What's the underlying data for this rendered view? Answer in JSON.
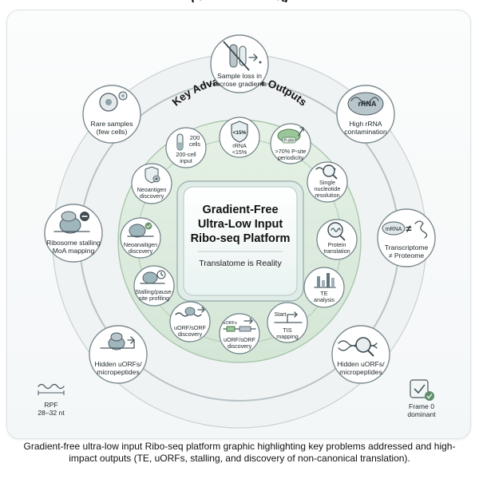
{
  "title_outer": "Problems Solved",
  "title_inner": "Key Advantages & Outputs",
  "center": {
    "line1": "Gradient-Free",
    "line2": "Ultra-Low Input",
    "line3": "Ribo-seq Platform",
    "tagline": "Translatome is Reality"
  },
  "outer_nodes": [
    {
      "line1": "Sample loss in",
      "line2": "sucrose gradients",
      "icon": "test-tube-crossed-icon"
    },
    {
      "line1": "High rRNA",
      "line2": "contamination",
      "icon": "rrna-icon",
      "icon_text": "rRNA"
    },
    {
      "line1": "Transcriptome",
      "line2": "≠ Proteome",
      "icon": "mrna-protein-icon",
      "icon_text": "mRNA"
    },
    {
      "line1": "Hidden uORFs/",
      "line2": "micropeptides",
      "icon": "magnifier-dna-icon"
    },
    {
      "line1": "Hidden uORFs/",
      "line2": "micropeptides",
      "icon": "ribosome-arrow-icon"
    },
    {
      "line1": "Ribosome stalling",
      "line2": "MoA mapping",
      "icon": "ribosome-stalled-icon"
    },
    {
      "line1": "Rare samples",
      "line2": "(few cells)",
      "icon": "cells-icon"
    }
  ],
  "inner_nodes": [
    {
      "line1": "rRNA",
      "line2": "<15%",
      "icon": "shield-icon",
      "icon_text": "<15%"
    },
    {
      "line1": ">70% P-site",
      "line2": "periodicity",
      "icon": "flask-icon",
      "icon_text": "P-site"
    },
    {
      "line1": "Single",
      "line2": "nucleotide",
      "line3": "resolution",
      "icon": "magnifier-icon"
    },
    {
      "line1": "Protein",
      "line2": "translation",
      "icon": "magnifier-protein-icon"
    },
    {
      "line1": "TE",
      "line2": "analysis",
      "icon": "bar-chart-icon"
    },
    {
      "line1": "TIS",
      "line2": "mapping",
      "icon": "start-arrow-icon",
      "icon_text": "Start"
    },
    {
      "line1": "uORF/sORF",
      "line2": "discovery",
      "icon": "uorf-track-icon",
      "icon_text": "uORFs"
    },
    {
      "line1": "uORF/sORF",
      "line2": "discovery",
      "icon": "dna-track-icon"
    },
    {
      "line1": "Stalling/pause-",
      "line2": "site profiling",
      "icon": "ribosome-clock-icon"
    },
    {
      "line1": "Neoanaitigen",
      "line2": "discovery",
      "icon": "ribosome-check-icon"
    },
    {
      "line1": "Neoantigen",
      "line2": "discovery",
      "icon": "shield-gear-icon"
    },
    {
      "line1": "200-cell",
      "line2": "input",
      "icon": "tube-icon",
      "icon_text": "200",
      "icon_text2": "cells"
    }
  ],
  "corner_left": {
    "line1": "RPF",
    "line2": "28–32 nt",
    "icon": "rpf-wave-icon"
  },
  "corner_right": {
    "line1": "Frame 0",
    "line2": "dominant",
    "icon": "frame-check-icon"
  },
  "caption": "Gradient-free ultra-low input Ribo-seq platform graphic highlighting key problems addressed and high-impact outputs (TE, uORFs, stalling, and discovery of non-canonical translation)."
}
